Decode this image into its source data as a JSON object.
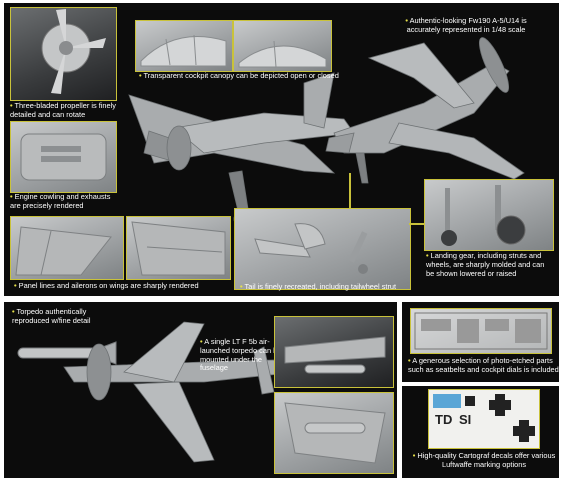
{
  "captions": {
    "authentic": "Authentic-looking Fw190 A-5/U14 is accurately represented in 1/48 scale",
    "canopy": "Transparent cockpit canopy can be depicted open or closed",
    "propeller": "Three-bladed propeller is finely detailed and can rotate",
    "cowling": "Engine cowling and exhausts are precisely rendered",
    "panel_lines": "Panel lines and ailerons on wings are sharply rendered",
    "tail": "Tail is finely recreated, including tailwheel strut",
    "landing_gear": "Landing gear, including struts and wheels, are sharply molded and can be shown lowered or raised",
    "torpedo_detail": "Torpedo authentically reproduced w/fine detail",
    "torpedo_mount": "A single LT F 5b air-launched torpedo can be mounted under the fuselage",
    "photo_etched": "A generous selection of photo-etched parts such as seatbelts and cockpit dials is included",
    "decals": "High-quality Cartograf decals offer various Luftwaffe marking options"
  },
  "decal_text": {
    "code1": "TD",
    "code2": "SI"
  },
  "colors": {
    "highlight": "#c9c23a",
    "panel_bg": "#0c0c0c",
    "model_grey": "#a7aaac",
    "decal_blue": "#5aa6d6"
  }
}
